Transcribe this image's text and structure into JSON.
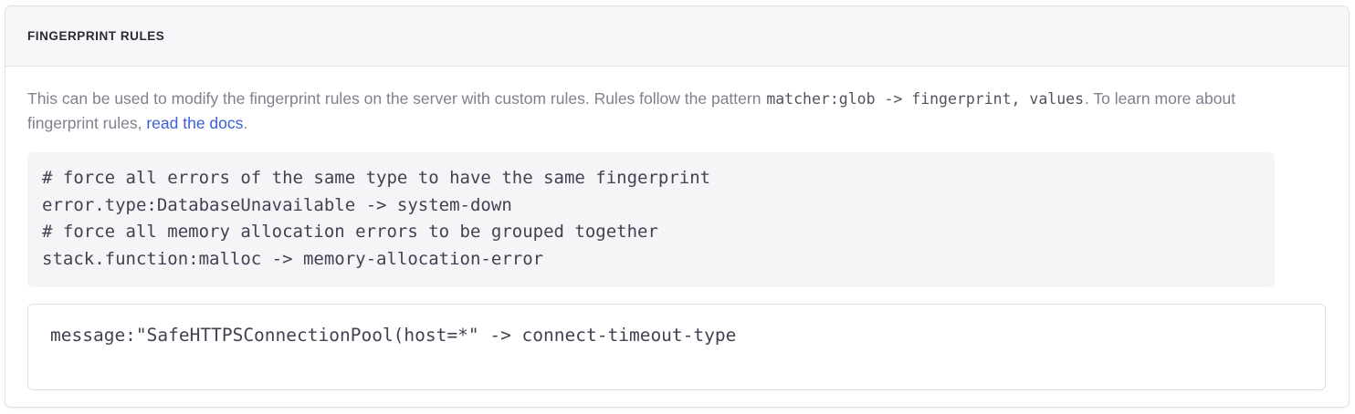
{
  "panel": {
    "title": "FINGERPRINT RULES",
    "description": {
      "before_code": "This can be used to modify the fingerprint rules on the server with custom rules. Rules follow the pattern ",
      "inline_code": "matcher:glob -> fingerprint, values",
      "after_code": ". To learn more about fingerprint rules, ",
      "link_text": "read the docs",
      "trailing": "."
    },
    "example_code": "# force all errors of the same type to have the same fingerprint\nerror.type:DatabaseUnavailable -> system-down\n# force all memory allocation errors to be grouped together\nstack.function:malloc -> memory-allocation-error",
    "textarea": {
      "value": "message:\"SafeHTTPSConnectionPool(host=*\" -> connect-timeout-type",
      "placeholder": ""
    }
  },
  "colors": {
    "panel_border": "#e0e0e6",
    "header_bg": "#f7f7f9",
    "title_text": "#2f2936",
    "body_text": "#80808f",
    "link": "#3b5ed8",
    "code_bg": "#f5f5f8",
    "code_text": "#453f51",
    "input_border": "#dedee6"
  }
}
